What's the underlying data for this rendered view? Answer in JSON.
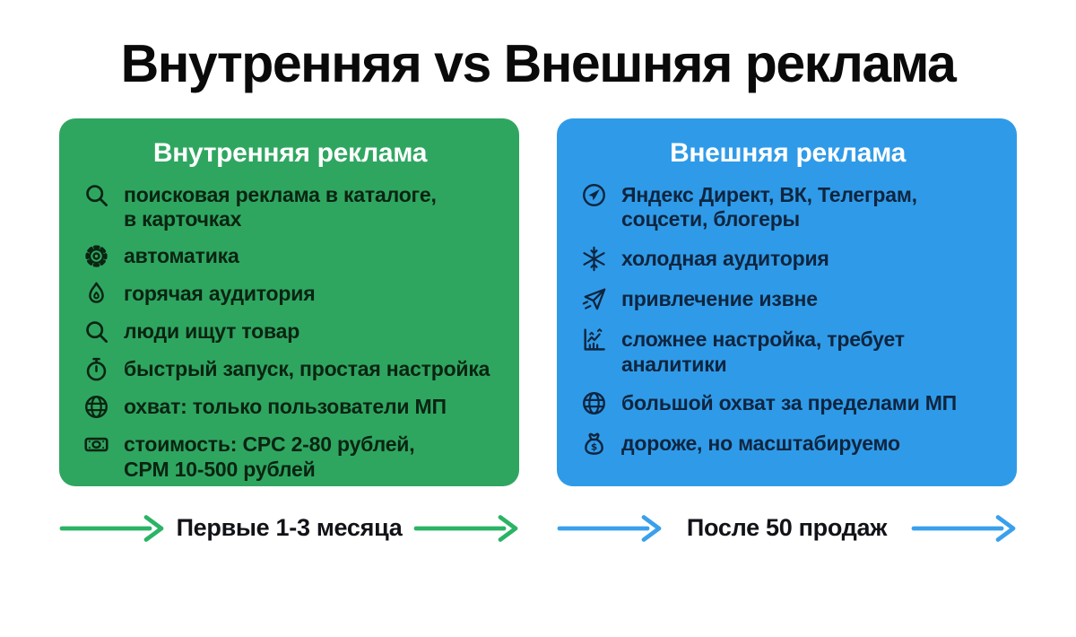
{
  "title": "Внутренняя vs Внешняя реклама",
  "cards": [
    {
      "title": "Внутренняя реклама",
      "items": [
        {
          "icon": "search-icon",
          "text": "поисковая реклама в каталоге,\nв карточках"
        },
        {
          "icon": "gear-icon",
          "text": "автоматика"
        },
        {
          "icon": "flame-icon",
          "text": "горячая аудитория"
        },
        {
          "icon": "search-icon",
          "text": "люди ищут товар"
        },
        {
          "icon": "stopwatch-icon",
          "text": "быстрый запуск, простая настройка"
        },
        {
          "icon": "globe-icon",
          "text": "охват: только пользователи МП"
        },
        {
          "icon": "banknote-icon",
          "text": "стоимость: CPC 2-80 рублей,\nCPM 10-500 рублей"
        }
      ]
    },
    {
      "title": "Внешняя реклама",
      "items": [
        {
          "icon": "telegram-icon",
          "text": "Яндекс Директ, ВК, Телеграм,\nсоцсети, блогеры"
        },
        {
          "icon": "snowflake-icon",
          "text": "холодная аудитория"
        },
        {
          "icon": "send-icon",
          "text": "привлечение извне"
        },
        {
          "icon": "chart-icon",
          "text": "сложнее настройка, требует\nаналитики"
        },
        {
          "icon": "globe-icon",
          "text": "большой охват за пределами МП"
        },
        {
          "icon": "money-bag-icon",
          "text": "дороже, но масштабируемо"
        }
      ]
    }
  ],
  "footer": [
    {
      "label": "Первые 1-3 месяца"
    },
    {
      "label": "После 50 продаж"
    }
  ],
  "colors": {
    "internal_card_bg": "#2FA660",
    "internal_text": "#0A2412",
    "internal_arrow": "#2BB366",
    "external_card_bg": "#2F9BE8",
    "external_text": "#0F2540",
    "external_arrow": "#3AA0EC",
    "title_color": "#0A0A0B",
    "background": "#FFFFFF"
  }
}
